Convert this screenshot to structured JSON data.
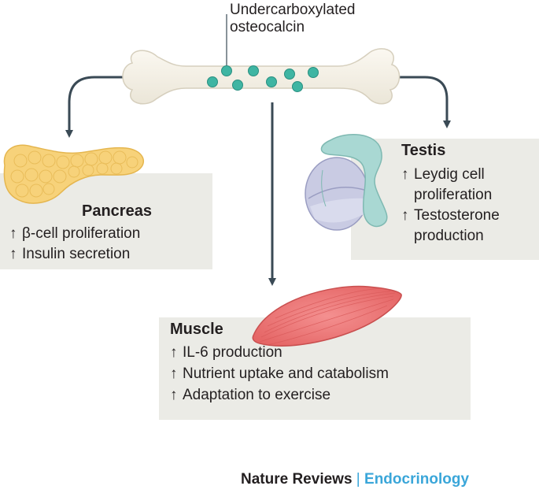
{
  "bone_label": {
    "line1": "Undercarboxylated",
    "line2": "osteocalcin"
  },
  "pancreas": {
    "title": "Pancreas",
    "items": [
      {
        "arrow": "↑",
        "text": "β-cell proliferation"
      },
      {
        "arrow": "↑",
        "text": "Insulin secretion"
      }
    ]
  },
  "testis": {
    "title": "Testis",
    "items": [
      {
        "arrow": "↑",
        "text": "Leydig cell"
      },
      {
        "arrow": "",
        "text": "proliferation"
      },
      {
        "arrow": "↑",
        "text": "Testosterone"
      },
      {
        "arrow": "",
        "text": "production"
      }
    ]
  },
  "muscle": {
    "title": "Muscle",
    "items": [
      {
        "arrow": "↑",
        "text": "IL-6 production"
      },
      {
        "arrow": "↑",
        "text": "Nutrient uptake and catabolism"
      },
      {
        "arrow": "↑",
        "text": "Adaptation to exercise"
      }
    ]
  },
  "footer": {
    "journal": "Nature Reviews",
    "separator": "|",
    "subject": "Endocrinology"
  },
  "colors": {
    "box_fill": "#ebebe6",
    "arrow": "#3a4a55",
    "osteocalcin_dot": "#3fb5a3",
    "pancreas": "#f7d27a",
    "muscle": "#f07a7a",
    "testis_tube": "#a9d8d3",
    "testis_body": "#c9cbe3",
    "footer_accent": "#3aa6d9"
  }
}
